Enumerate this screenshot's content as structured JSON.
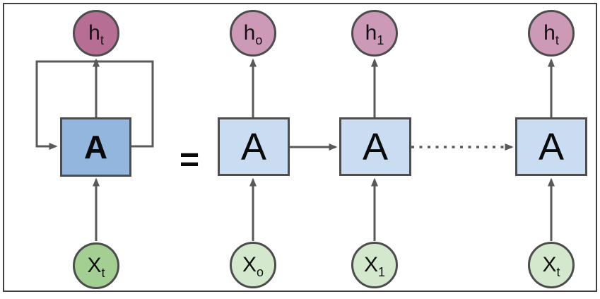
{
  "diagram": {
    "equals_sign": "=",
    "rolled": {
      "output_label": {
        "base": "h",
        "sub": "t"
      },
      "cell_label": "A",
      "input_label": {
        "base": "X",
        "sub": "t"
      }
    },
    "unrolled": [
      {
        "output_label": {
          "base": "h",
          "sub": "o"
        },
        "cell_label": "A",
        "input_label": {
          "base": "X",
          "sub": "o"
        }
      },
      {
        "output_label": {
          "base": "h",
          "sub": "1"
        },
        "cell_label": "A",
        "input_label": {
          "base": "X",
          "sub": "1"
        }
      },
      {
        "output_label": {
          "base": "h",
          "sub": "t"
        },
        "cell_label": "A",
        "input_label": {
          "base": "X",
          "sub": "t"
        }
      }
    ],
    "colors": {
      "rolledOutputFill": "#b66e95",
      "unrolledOutputFill": "#cc99b6",
      "rolledCellFill": "#92b6de",
      "unrolledCellFill": "#cadcf1",
      "rolledInputFill": "#a4cf93",
      "unrolledInputFill": "#d4e8ce",
      "stroke": "#4d4d4d",
      "wire": "#595959"
    }
  }
}
